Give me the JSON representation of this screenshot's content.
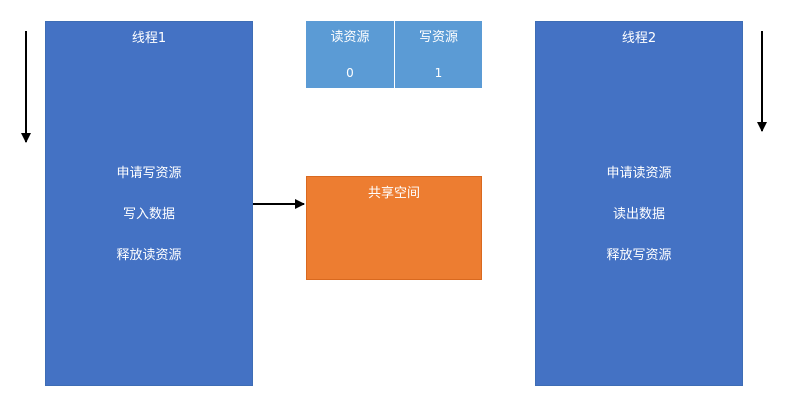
{
  "colors": {
    "thread_fill": "#4472c4",
    "shared_fill": "#ed7d31",
    "resource_fill": "#5b9bd5",
    "text": "#ffffff",
    "arrow": "#000000"
  },
  "thread1": {
    "title": "线程1",
    "ops": [
      "申请写资源",
      "写入数据",
      "释放读资源"
    ]
  },
  "thread2": {
    "title": "线程2",
    "ops": [
      "申请读资源",
      "读出数据",
      "释放写资源"
    ]
  },
  "resources": {
    "read_label": "读资源",
    "read_value": "0",
    "write_label": "写资源",
    "write_value": "1"
  },
  "shared": {
    "title": "共享空间"
  }
}
